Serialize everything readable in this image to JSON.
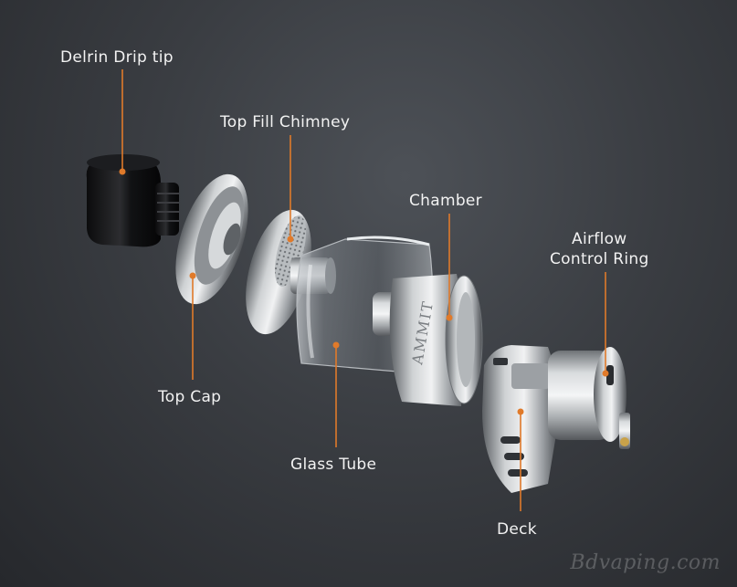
{
  "labels": {
    "drip_tip": "Delrin Drip tip",
    "top_fill_chimney": "Top Fill Chimney",
    "chamber": "Chamber",
    "airflow_line1": "Airflow",
    "airflow_line2": "Control Ring",
    "top_cap": "Top Cap",
    "glass_tube": "Glass Tube",
    "deck": "Deck"
  },
  "engraving": "AMMIT",
  "watermark": "Bdvaping.com",
  "colors": {
    "leader": "#e07a2a",
    "text": "#f2f2f2"
  }
}
